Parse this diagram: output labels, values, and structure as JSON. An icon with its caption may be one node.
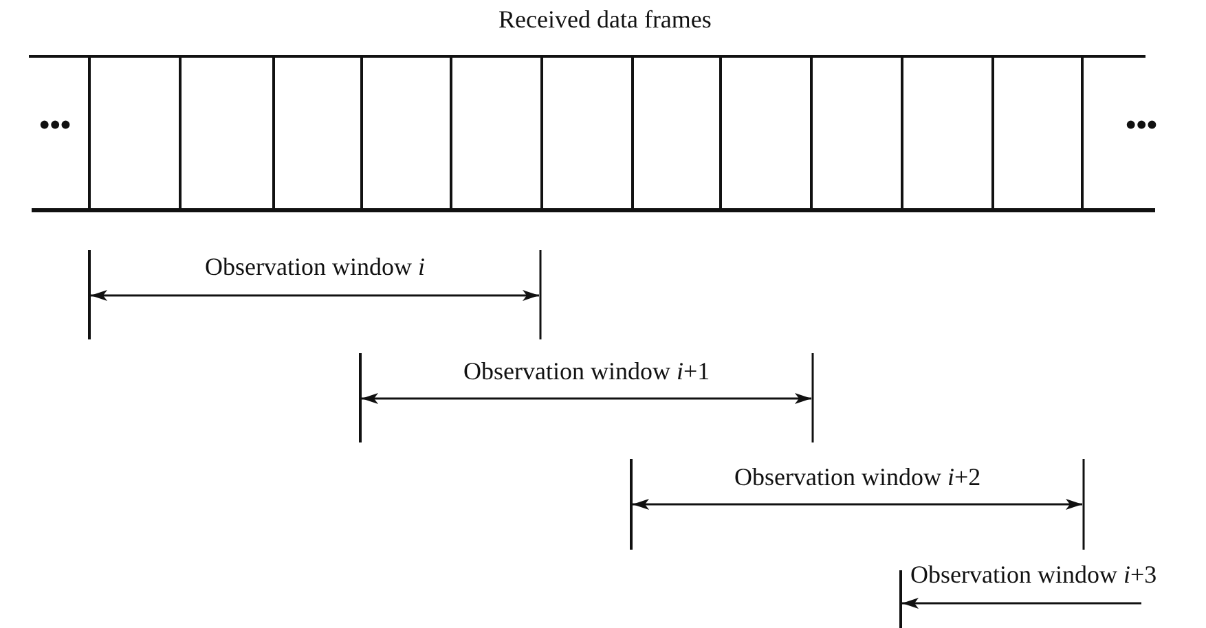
{
  "diagram": {
    "title": "Received data frames",
    "labels": [
      "•••",
      "•••",
      "Observation window *i*",
      "Observation window *i*+1",
      "Observation window *i*+2",
      "Observation window *i*+3"
    ]
  }
}
